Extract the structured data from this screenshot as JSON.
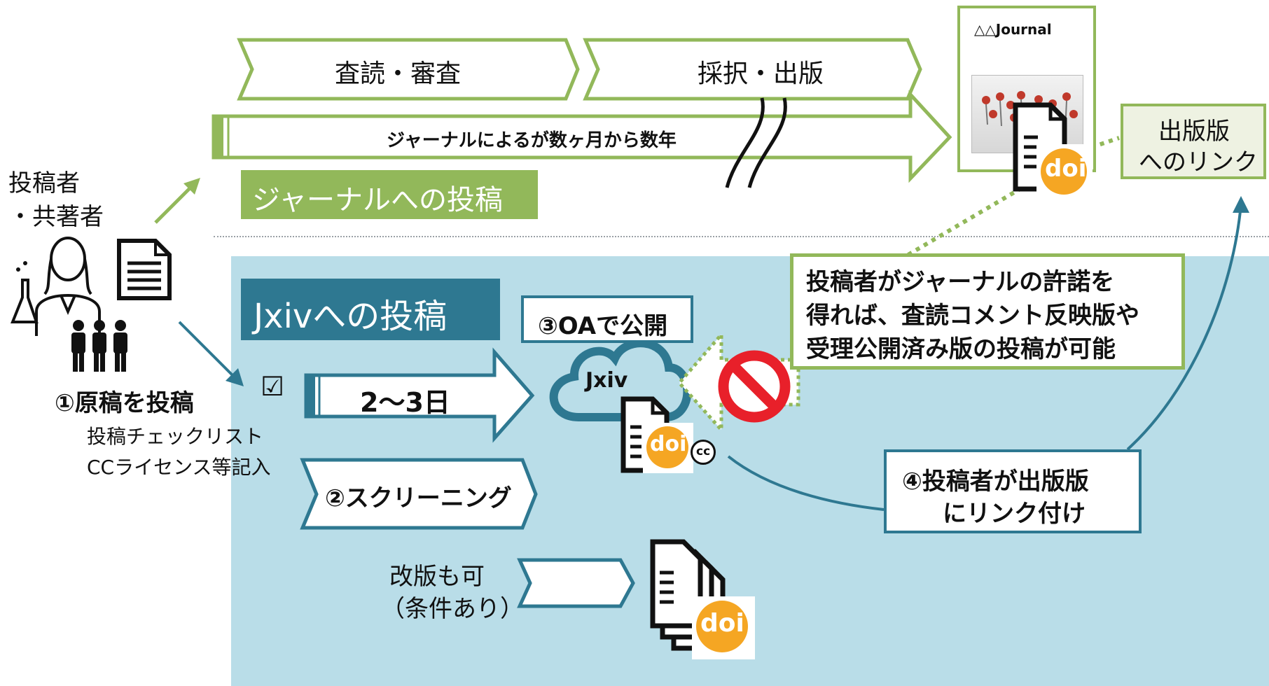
{
  "author": {
    "line1": "投稿者",
    "line2": "・共著者"
  },
  "journal": {
    "stage_review": "査読・審査",
    "stage_accept": "採択・出版",
    "timeline": "ジャーナルによるが数ヶ月から数年",
    "section_label": "ジャーナルへの投稿",
    "cover_title": "△△Journal",
    "published_link_line1": "出版版",
    "published_link_line2": "へのリンク"
  },
  "jxiv": {
    "section_label": "Jxivへの投稿",
    "step1_title": "①原稿を投稿",
    "step1_sub1": "投稿チェックリスト",
    "step1_sub2": "CCライセンス等記入",
    "checkbox": "☑",
    "duration": "2〜3日",
    "step2": "②スクリーニング",
    "step3": "③OAで公開",
    "cloud_label": "Jxiv",
    "cc_badge": "cc",
    "revision_line1": "改版も可",
    "revision_line2": "（条件あり）",
    "step4_line1": "④投稿者が出版版",
    "step4_line2": "にリンク付け",
    "permission_line1": "投稿者がジャーナルの許諾を",
    "permission_line2": "得れば、査読コメント反映版や",
    "permission_line3": "受理公開済み版の投稿が可能",
    "doi_label": "doi"
  },
  "colors": {
    "journal_green": "#92b85a",
    "jxiv_panel": "#b9dde8",
    "jxiv_teal": "#2e7891",
    "doi_orange": "#f5a623",
    "prohibited_red": "#e8202a"
  }
}
